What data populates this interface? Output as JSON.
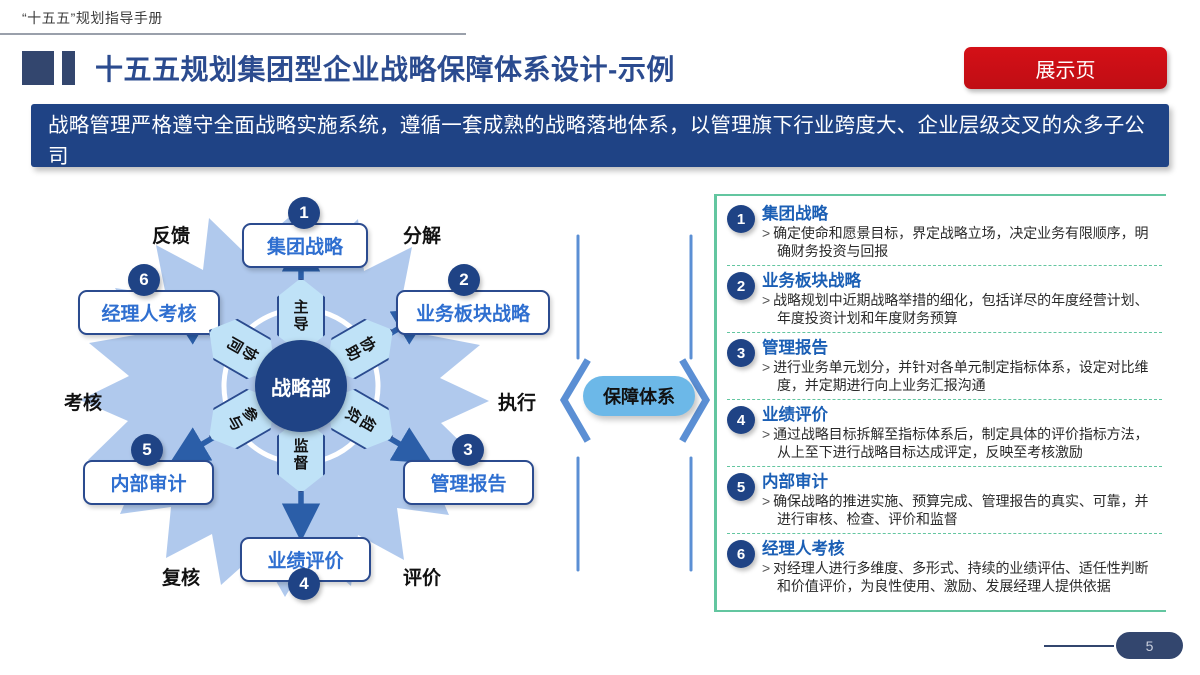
{
  "header": {
    "kicker": "“十五五”规划指导手册",
    "title": "十五五规划集团型企业战略保障体系设计-示例",
    "badge": "展示页"
  },
  "subtitle": "战略管理严格遵守全面战略实施系统，遵循一套成熟的战略落地体系，以管理旗下行业跨度大、企业层级交叉的众多子公司",
  "diagram": {
    "hub": "战略部",
    "petals": [
      {
        "label": "主导",
        "pos": "top"
      },
      {
        "label": "协助",
        "pos": "top-right"
      },
      {
        "label": "组织",
        "pos": "bottom-right"
      },
      {
        "label": "监督",
        "pos": "bottom"
      },
      {
        "label": "参与",
        "pos": "bottom-left"
      },
      {
        "label": "协同",
        "pos": "top-left"
      }
    ],
    "directions": [
      {
        "label": "反馈",
        "pos": "top-left"
      },
      {
        "label": "分解",
        "pos": "top-right"
      },
      {
        "label": "考核",
        "pos": "left"
      },
      {
        "label": "执行",
        "pos": "right"
      },
      {
        "label": "复核",
        "pos": "bottom-left"
      },
      {
        "label": "评价",
        "pos": "bottom-right"
      }
    ],
    "nodes": [
      {
        "num": "1",
        "label": "集团战略"
      },
      {
        "num": "2",
        "label": "业务板块战略"
      },
      {
        "num": "3",
        "label": "管理报告"
      },
      {
        "num": "4",
        "label": "业绩评价"
      },
      {
        "num": "5",
        "label": "内部审计"
      },
      {
        "num": "6",
        "label": "经理人考核"
      }
    ]
  },
  "connector": {
    "pill": "保障体系"
  },
  "panel": {
    "items": [
      {
        "num": "1",
        "title": "集团战略",
        "desc": "确定使命和愿景目标，界定战略立场，决定业务有限顺序，明确财务投资与回报"
      },
      {
        "num": "2",
        "title": "业务板块战略",
        "desc": "战略规划中近期战略举措的细化，包括详尽的年度经营计划、年度投资计划和年度财务预算"
      },
      {
        "num": "3",
        "title": "管理报告",
        "desc": "进行业务单元划分，并针对各单元制定指标体系，设定对比维度，并定期进行向上业务汇报沟通"
      },
      {
        "num": "4",
        "title": "业绩评价",
        "desc": "通过战略目标拆解至指标体系后，制定具体的评价指标方法，从上至下进行战略目标达成评定，反映至考核激励"
      },
      {
        "num": "5",
        "title": "内部审计",
        "desc": "确保战略的推进实施、预算完成、管理报告的真实、可靠，并进行审核、检查、评价和监督"
      },
      {
        "num": "6",
        "title": "经理人考核",
        "desc": "对经理人进行多维度、多形式、持续的业绩评估、适任性判断和价值评价，为良性使用、激励、发展经理人提供依据"
      }
    ],
    "bullet_marker": ">"
  },
  "footer": {
    "page_number": "5"
  },
  "colors": {
    "navy": "#1f4385",
    "title_blue": "#2b4b8f",
    "accent_red": "#c00d14",
    "petal_blue": "#bfe2f7",
    "flower_blue": "#a9c4ec",
    "panel_green": "#63c6a0",
    "link_blue": "#1b5fb5"
  }
}
